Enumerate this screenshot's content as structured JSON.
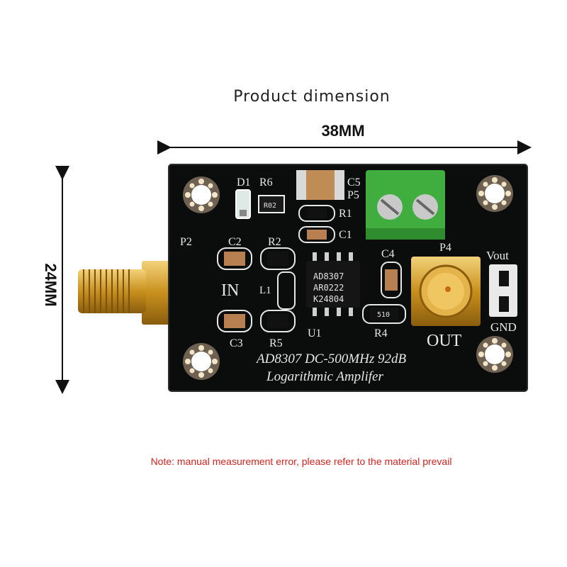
{
  "title": "Product dimension",
  "dimensions": {
    "width": "38MM",
    "height": "24MM"
  },
  "note": "Note: manual measurement error, please refer to the material prevail",
  "board": {
    "chip_lines": [
      "AD8307",
      "AR0222",
      "K24804"
    ],
    "silk_line1": "AD8307 DC-500MHz 92dB",
    "silk_line2": "Logarithmic Amplifer",
    "labels": {
      "d1": "D1",
      "r6": "R6",
      "c5": "C5",
      "p5": "P5",
      "r1": "R1",
      "c1": "C1",
      "p2": "P2",
      "c2": "C2",
      "r2": "R2",
      "c4": "C4",
      "p4": "P4",
      "vout": "Vout",
      "in": "IN",
      "l1": "L1",
      "c3": "C3",
      "r5": "R5",
      "u1": "U1",
      "r4": "R4",
      "out": "OUT",
      "gnd": "GND"
    },
    "resistor_codes": {
      "r6": "R02",
      "r4": "510"
    }
  },
  "colors": {
    "pcb": "#0b0d0c",
    "terminal": "#3fae3f",
    "gold": "#d9a21f",
    "note": "#d9231e"
  }
}
